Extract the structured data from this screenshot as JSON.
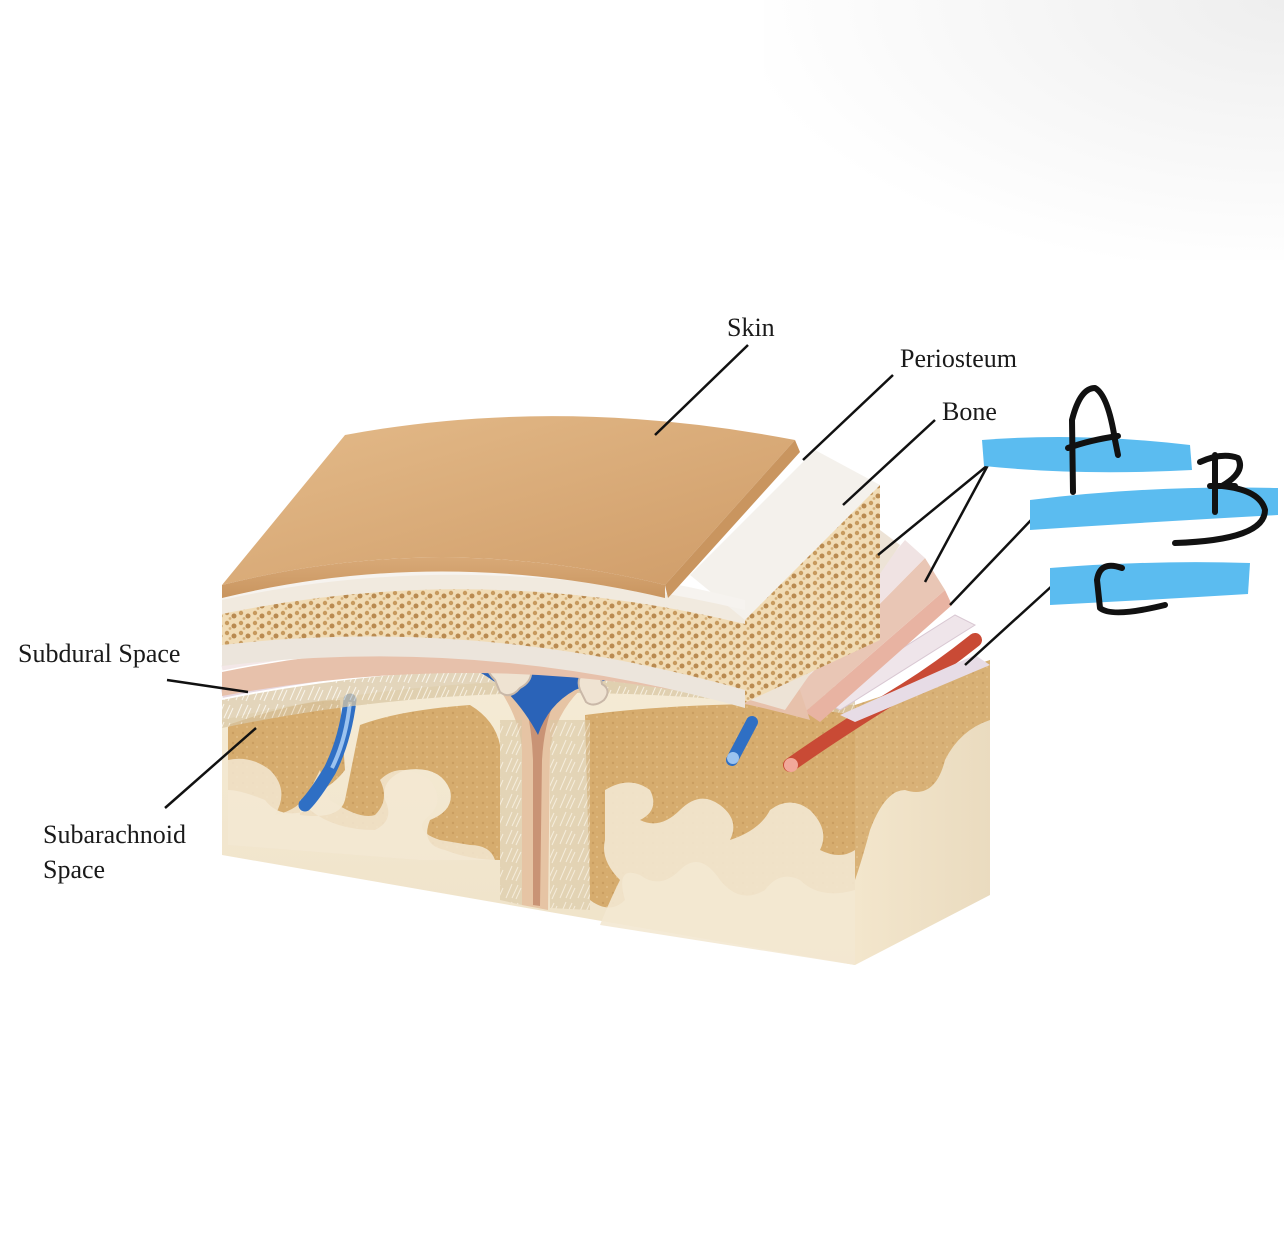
{
  "labels": {
    "skin": "Skin",
    "periosteum": "Periosteum",
    "bone": "Bone",
    "subdural_space": "Subdural Space",
    "subarachnoid_line1": "Subarachnoid",
    "subarachnoid_line2": "Space"
  },
  "handwritten_marks": [
    "A",
    "B",
    "C"
  ],
  "colors": {
    "skin": "#d9aa77",
    "periosteum": "#f4f1ec",
    "bone": "#e8c99a",
    "dura": "#e4c2b0",
    "vein": "#2f6fc4",
    "artery": "#c94a35",
    "highlight": "#5bbcf0",
    "ink": "#111111"
  }
}
